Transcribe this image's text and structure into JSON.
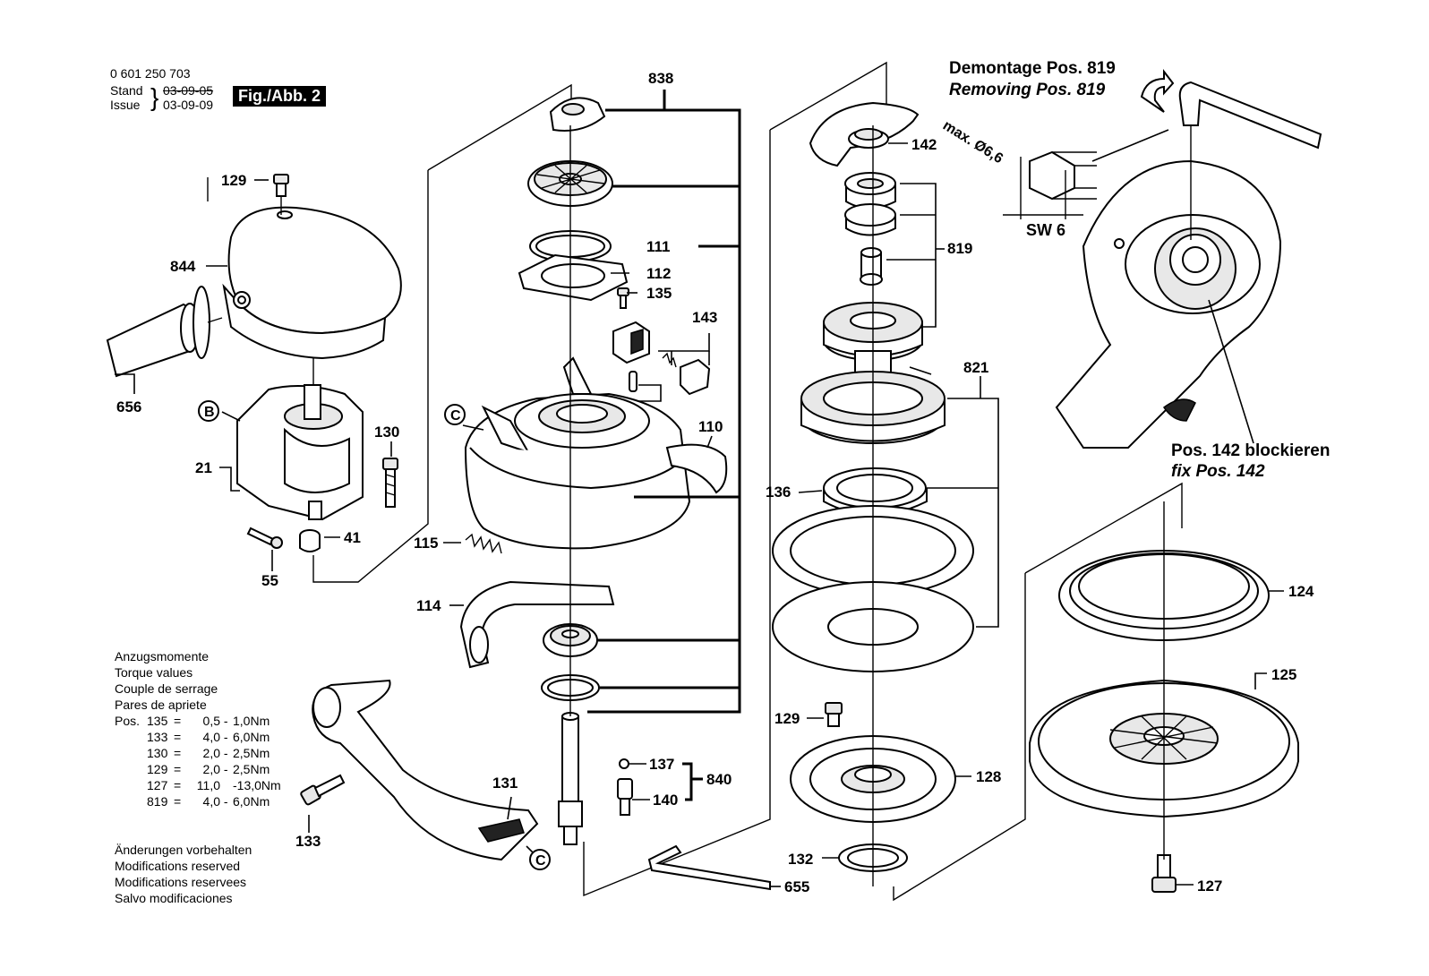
{
  "header": {
    "part_number": "0 601 250 703",
    "stand_label": "Stand",
    "issue_label": "Issue",
    "old_date": "03-09-05",
    "date": "03-09-09",
    "figure_label": "Fig./Abb. 2"
  },
  "torque": {
    "title_lines": [
      "Anzugsmomente",
      "Torque values",
      "Couple de serrage",
      "Pares de apriete"
    ],
    "prefix": "Pos.",
    "rows": [
      {
        "pos": "135",
        "from": "0,5",
        "to": "1,0Nm"
      },
      {
        "pos": "133",
        "from": "4,0",
        "to": "6,0Nm"
      },
      {
        "pos": "130",
        "from": "2,0",
        "to": "2,5Nm"
      },
      {
        "pos": "129",
        "from": "2,0",
        "to": "2,5Nm"
      },
      {
        "pos": "127",
        "from": "11,0",
        "to": "-13,0Nm"
      },
      {
        "pos": "819",
        "from": "4,0",
        "to": "6,0Nm"
      }
    ]
  },
  "modifications": [
    "Änderungen vorbehalten",
    "Modifications reserved",
    "Modifications reservees",
    "Salvo modificaciones"
  ],
  "callouts": {
    "removing_de": "Demontage Pos. 819",
    "removing_en": "Removing Pos. 819",
    "max_dim": "max. Ø6,6",
    "wrench_size": "SW 6",
    "fix_de": "Pos. 142 blockieren",
    "fix_en": "fix Pos. 142"
  },
  "parts": {
    "p129a": "129",
    "p844": "844",
    "p656": "656",
    "pB": "B",
    "p21": "21",
    "p130": "130",
    "p41": "41",
    "p55": "55",
    "p838": "838",
    "p111": "111",
    "p112": "112",
    "p135": "135",
    "p143": "143",
    "pC1": "C",
    "p110": "110",
    "p115": "115",
    "p114": "114",
    "p131": "131",
    "pC2": "C",
    "p133": "133",
    "p137": "137",
    "p840": "840",
    "p140": "140",
    "p655": "655",
    "p142": "142",
    "p819": "819",
    "p821": "821",
    "p136": "136",
    "p129b": "129",
    "p128": "128",
    "p132": "132",
    "p124": "124",
    "p125": "125",
    "p127": "127"
  }
}
